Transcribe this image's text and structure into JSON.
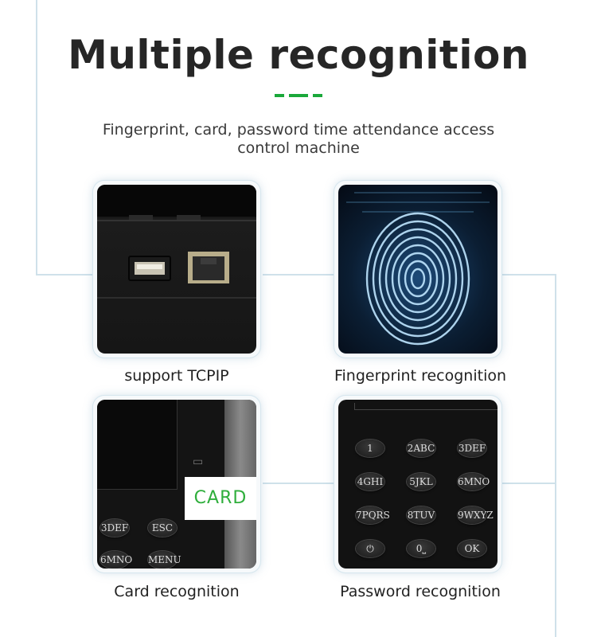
{
  "header": {
    "title": "Multiple recognition",
    "subtitle": "Fingerprint, card, password time attendance access control machine"
  },
  "features": [
    {
      "caption": "support TCPIP",
      "image": "usb-and-ethernet-ports"
    },
    {
      "caption": "Fingerprint recognition",
      "image": "fingerprint-scan"
    },
    {
      "caption": "Card recognition",
      "image": "card-reader"
    },
    {
      "caption": "Password recognition",
      "image": "numeric-keypad"
    }
  ],
  "card_overlay": {
    "label": "CARD"
  },
  "keypad": {
    "keys": [
      "1",
      "2ABC",
      "3DEF",
      "4GHI",
      "5JKL",
      "6MNO",
      "7PQRS",
      "8TUV",
      "9WXYZ",
      "⏻",
      "0⎵",
      "OK"
    ]
  },
  "card_device_keys": [
    "3DEF",
    "ESC",
    "6MNO",
    "MENU"
  ],
  "colors": {
    "accent": "#1aa83a",
    "line": "#cfe1ea",
    "text": "#262626"
  }
}
